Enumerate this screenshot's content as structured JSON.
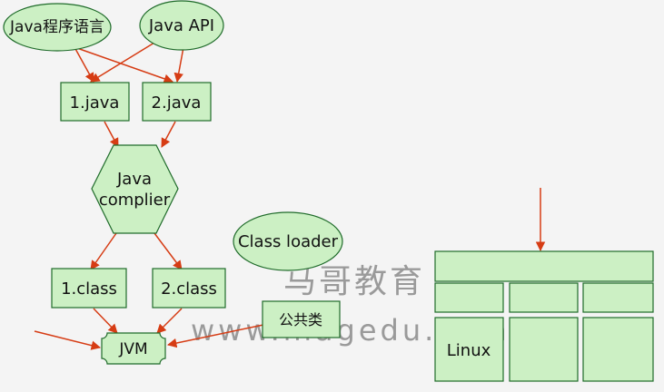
{
  "diagram": {
    "nodes": {
      "java_lang": "Java程序语言",
      "java_api": "Java API",
      "file1_java": "1.java",
      "file2_java": "2.java",
      "compiler_line1": "Java",
      "compiler_line2": "complier",
      "class_loader": "Class loader",
      "file1_class": "1.class",
      "file2_class": "2.class",
      "public_classes": "公共类",
      "jvm": "JVM",
      "linux": "Linux"
    },
    "watermark": {
      "line1": "马哥教育",
      "line2": "www.magedu.com"
    }
  },
  "colors": {
    "node_fill": "#ccf0c4",
    "node_stroke": "#1f6b2a",
    "arrow": "#d63c14"
  }
}
